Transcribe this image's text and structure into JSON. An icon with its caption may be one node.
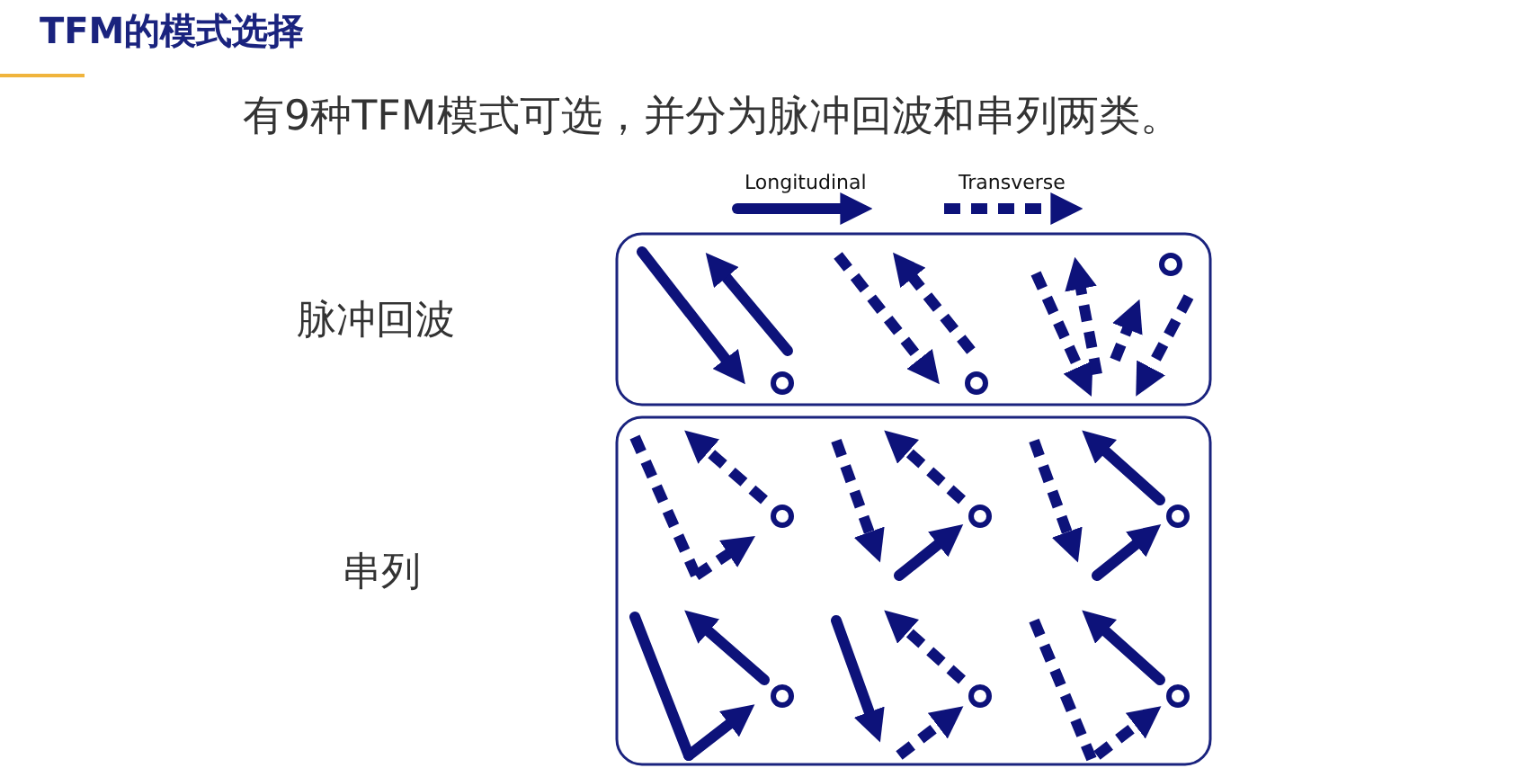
{
  "diagram": {
    "title": "TFM的模式选择",
    "labels": [
      "有9种TFM模式可选，并分为脉冲回波和串列两类。",
      "脉冲回波",
      "串列"
    ],
    "legend": [
      {
        "text": "Longitudinal"
      },
      {
        "text": "Transverse"
      }
    ]
  }
}
